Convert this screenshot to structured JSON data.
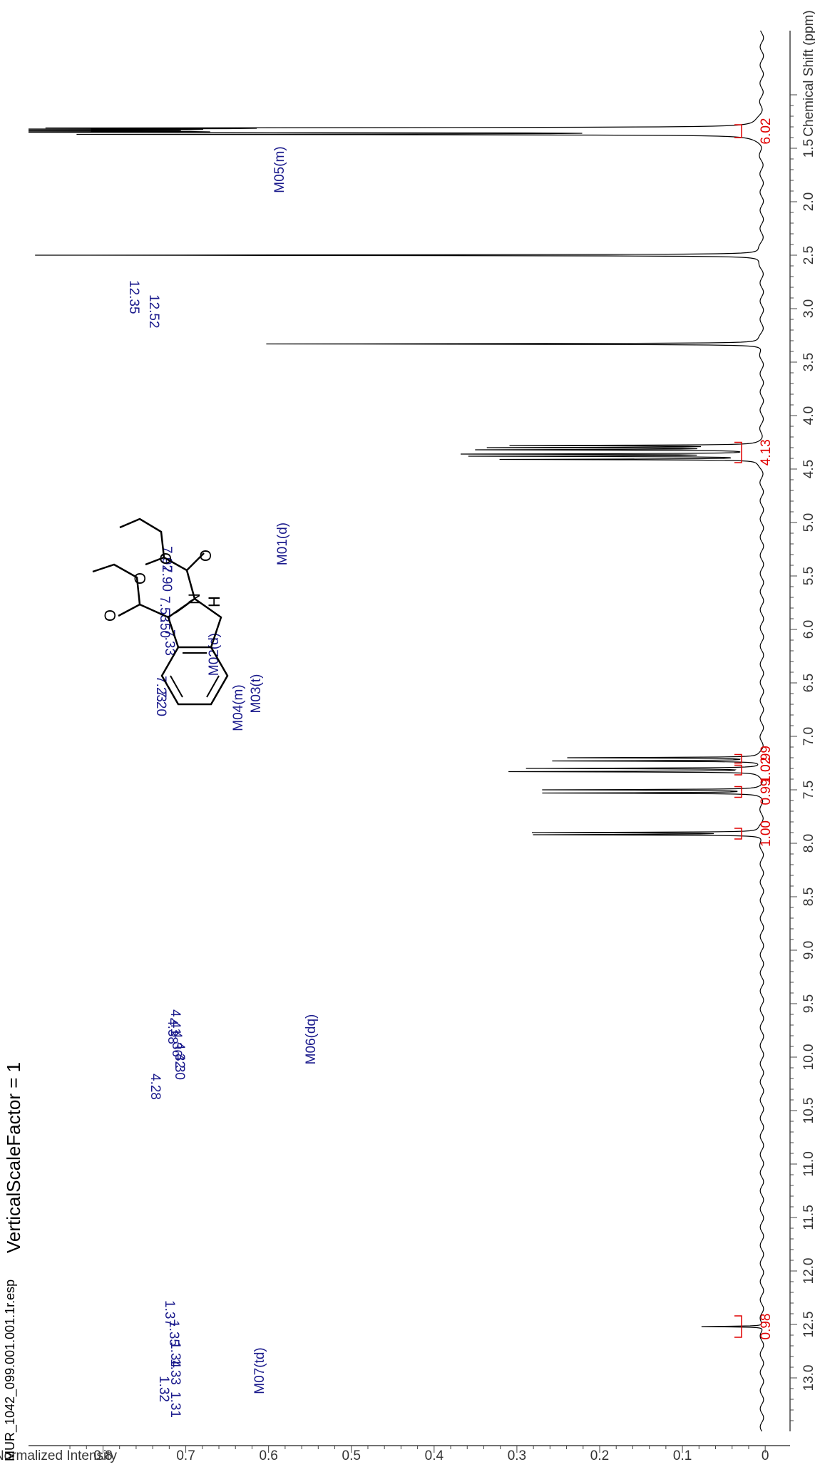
{
  "chart_data": {
    "type": "line",
    "file_name": "MUR_1042_099.001.001.1r.esp",
    "header_text": "VerticalScaleFactor = 1",
    "xlabel": "Chemical Shift (ppm)",
    "ylabel": "Normalized Intensity",
    "xlim": [
      13.5,
      0.4
    ],
    "ylim": [
      -0.03,
      0.89
    ],
    "x_ticks": [
      "13.0",
      "12.5",
      "12.0",
      "11.5",
      "11.0",
      "10.5",
      "10.0",
      "9.5",
      "9.0",
      "8.5",
      "8.0",
      "7.5",
      "7.0",
      "6.5",
      "6.0",
      "5.5",
      "5.0",
      "4.5",
      "4.0",
      "3.5",
      "3.0",
      "2.5",
      "2.0",
      "1.5"
    ],
    "y_ticks": [
      "0",
      "0.1",
      "0.2",
      "0.3",
      "0.4",
      "0.5",
      "0.6",
      "0.7",
      "0.8"
    ],
    "peaks": [
      {
        "ppm": 12.52,
        "height": 0.075
      },
      {
        "ppm": 7.92,
        "height": 0.27
      },
      {
        "ppm": 7.9,
        "height": 0.27
      },
      {
        "ppm": 7.53,
        "height": 0.26
      },
      {
        "ppm": 7.5,
        "height": 0.26
      },
      {
        "ppm": 7.33,
        "height": 0.3
      },
      {
        "ppm": 7.3,
        "height": 0.28
      },
      {
        "ppm": 7.23,
        "height": 0.25
      },
      {
        "ppm": 7.2,
        "height": 0.23
      },
      {
        "ppm": 4.41,
        "height": 0.31
      },
      {
        "ppm": 4.38,
        "height": 0.34
      },
      {
        "ppm": 4.36,
        "height": 0.35
      },
      {
        "ppm": 4.32,
        "height": 0.33
      },
      {
        "ppm": 4.3,
        "height": 0.31
      },
      {
        "ppm": 4.28,
        "height": 0.29
      },
      {
        "ppm": 3.33,
        "height": 0.6
      },
      {
        "ppm": 2.5,
        "height": 0.88
      },
      {
        "ppm": 1.37,
        "height": 0.78
      },
      {
        "ppm": 1.35,
        "height": 0.8
      },
      {
        "ppm": 1.34,
        "height": 0.82
      },
      {
        "ppm": 1.33,
        "height": 0.8
      },
      {
        "ppm": 1.32,
        "height": 0.77
      },
      {
        "ppm": 1.31,
        "height": 0.74
      }
    ],
    "peak_labels": [
      "12.35",
      "12.52",
      "7.92",
      "7.90",
      "7.53",
      "7.50",
      "7.33",
      "7.23",
      "7.20",
      "4.41",
      "4.38",
      "4.36",
      "4.32",
      "4.30",
      "4.28",
      "1.37",
      "1.35",
      "1.34",
      "1.33",
      "1.32",
      "1.31"
    ],
    "multiplets": [
      "M05(m)",
      "M01(d)",
      "M02(d)",
      "M03(t)",
      "M04(m)",
      "M06(dq)",
      "M07(td)"
    ],
    "integrals": [
      {
        "value": "0.98",
        "from": 12.62,
        "to": 12.42
      },
      {
        "value": "1.00",
        "from": 7.96,
        "to": 7.86
      },
      {
        "value": "0.99",
        "from": 7.57,
        "to": 7.47
      },
      {
        "value": "1.02",
        "from": 7.36,
        "to": 7.27
      },
      {
        "value": "0.99",
        "from": 7.25,
        "to": 7.17
      },
      {
        "value": "4.13",
        "from": 4.44,
        "to": 4.25
      },
      {
        "value": "6.02",
        "from": 1.4,
        "to": 1.28
      }
    ],
    "structure_atoms": [
      "O",
      "O",
      "O",
      "O",
      "N",
      "H"
    ]
  }
}
